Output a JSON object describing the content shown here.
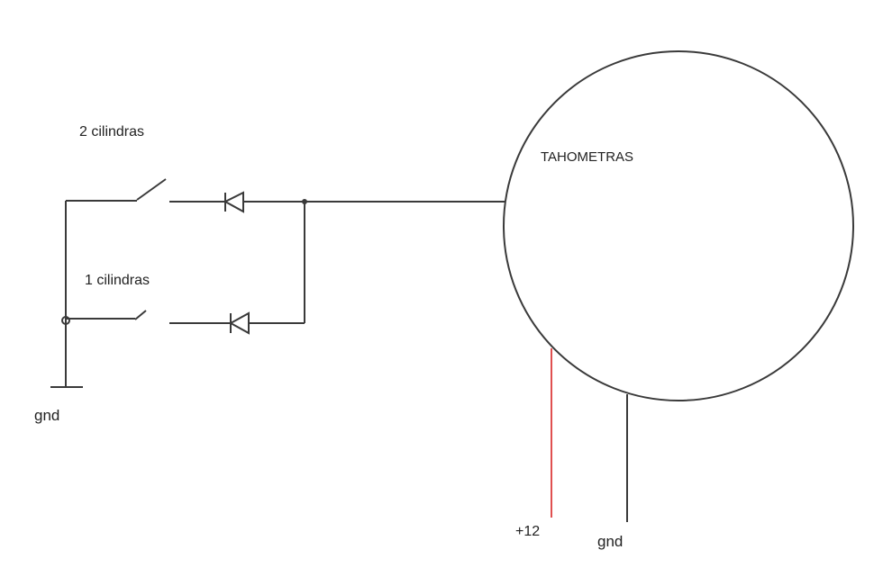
{
  "labels": {
    "switch_2": "2 cilindras",
    "switch_1": "1 cilindras",
    "gnd_left": "gnd",
    "tachometer": "TAHOMETRAS",
    "plus12": "+12",
    "gnd_right": "gnd"
  },
  "colors": {
    "wire": "#3a3a3a",
    "power_wire": "#e05050",
    "background": "#ffffff"
  }
}
